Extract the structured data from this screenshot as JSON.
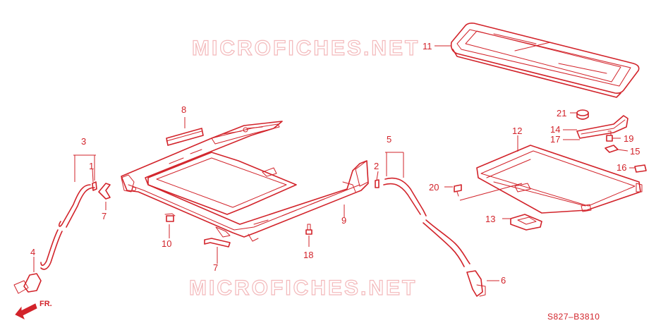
{
  "watermarks": [
    "MICROFICHES.NET",
    "MICROFICHES.NET"
  ],
  "diagram_code": "S827–B3810",
  "front_arrow_label": "FR.",
  "callouts": {
    "c1": "1",
    "c2": "2",
    "c3": "3",
    "c4": "4",
    "c5": "5",
    "c6": "6",
    "c7a": "7",
    "c7b": "7",
    "c8": "8",
    "c9": "9",
    "c10": "10",
    "c11": "11",
    "c12": "12",
    "c13": "13",
    "c14": "14",
    "c15": "15",
    "c16": "16",
    "c17": "17",
    "c18": "18",
    "c19": "19",
    "c20": "20",
    "c21": "21"
  }
}
